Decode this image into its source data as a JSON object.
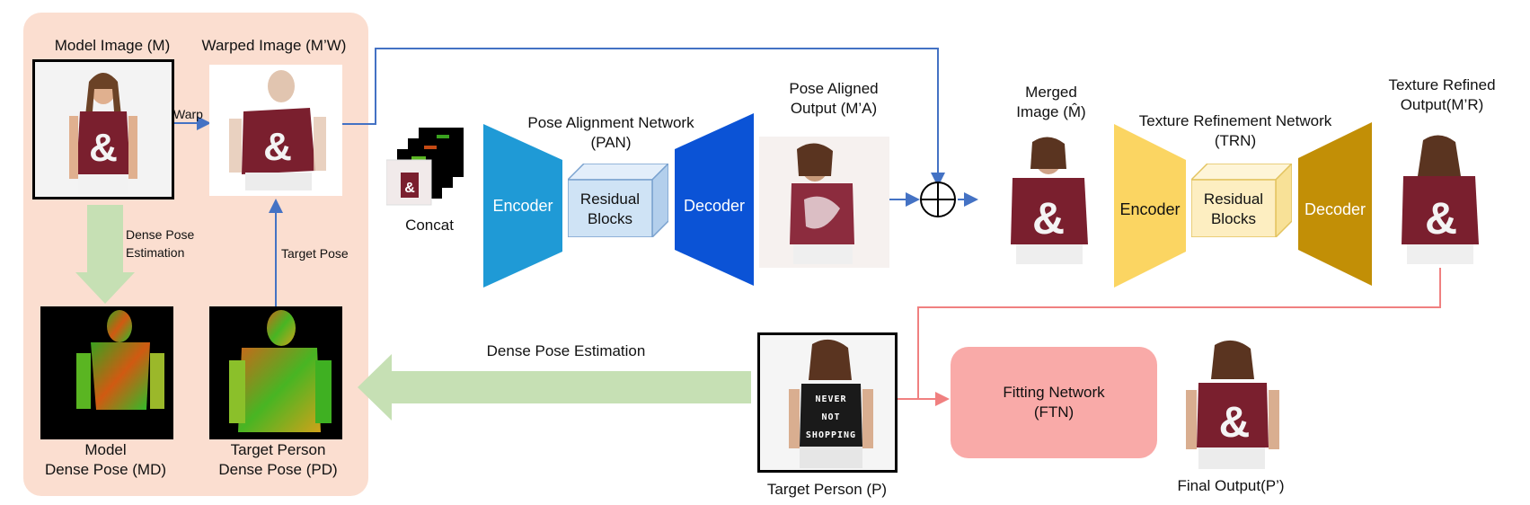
{
  "panel": {
    "model_image_label": "Model Image (M)",
    "warped_image_label": "Warped Image (M’W)",
    "warp_label": "Warp",
    "dense_pose_estimation_small": "Dense Pose\nEstimation",
    "target_pose_label": "Target Pose",
    "model_dense_pose_label": "Model\nDense Pose (MD)",
    "target_dense_pose_label": "Target Person\nDense Pose (PD)"
  },
  "concat_label": "Concat",
  "pan": {
    "title": "Pose Alignment Network\n(PAN)",
    "encoder": "Encoder",
    "residual": "Residual\nBlocks",
    "decoder": "Decoder",
    "output_label": "Pose Aligned\nOutput (M’A)"
  },
  "merged_label": "Merged\nImage (M̂)",
  "trn": {
    "title": "Texture Refinement Network\n(TRN)",
    "encoder": "Encoder",
    "residual": "Residual\nBlocks",
    "decoder": "Decoder",
    "output_label": "Texture Refined\nOutput(M’R)"
  },
  "dense_pose_estimation_big": "Dense Pose Estimation",
  "target_person_label": "Target Person (P)",
  "shirt_text": "NEVER\nNOT\nSHOPPING",
  "ftn_label": "Fitting Network\n(FTN)",
  "final_output_label": "Final Output(P’)",
  "colors": {
    "panel_bg": "#fbded0",
    "pan_encoder": "#1f9ad6",
    "pan_decoder": "#0b53d6",
    "residual_blue": "#cfe3f5",
    "trn_encoder": "#fbd562",
    "trn_decoder": "#c28f06",
    "residual_yellow": "#fdeec1",
    "ftn_box": "#f9aaa8",
    "blue_arrow": "#4472c4",
    "red_arrow": "#f08080",
    "green_arrow": "#c6e0b4"
  }
}
